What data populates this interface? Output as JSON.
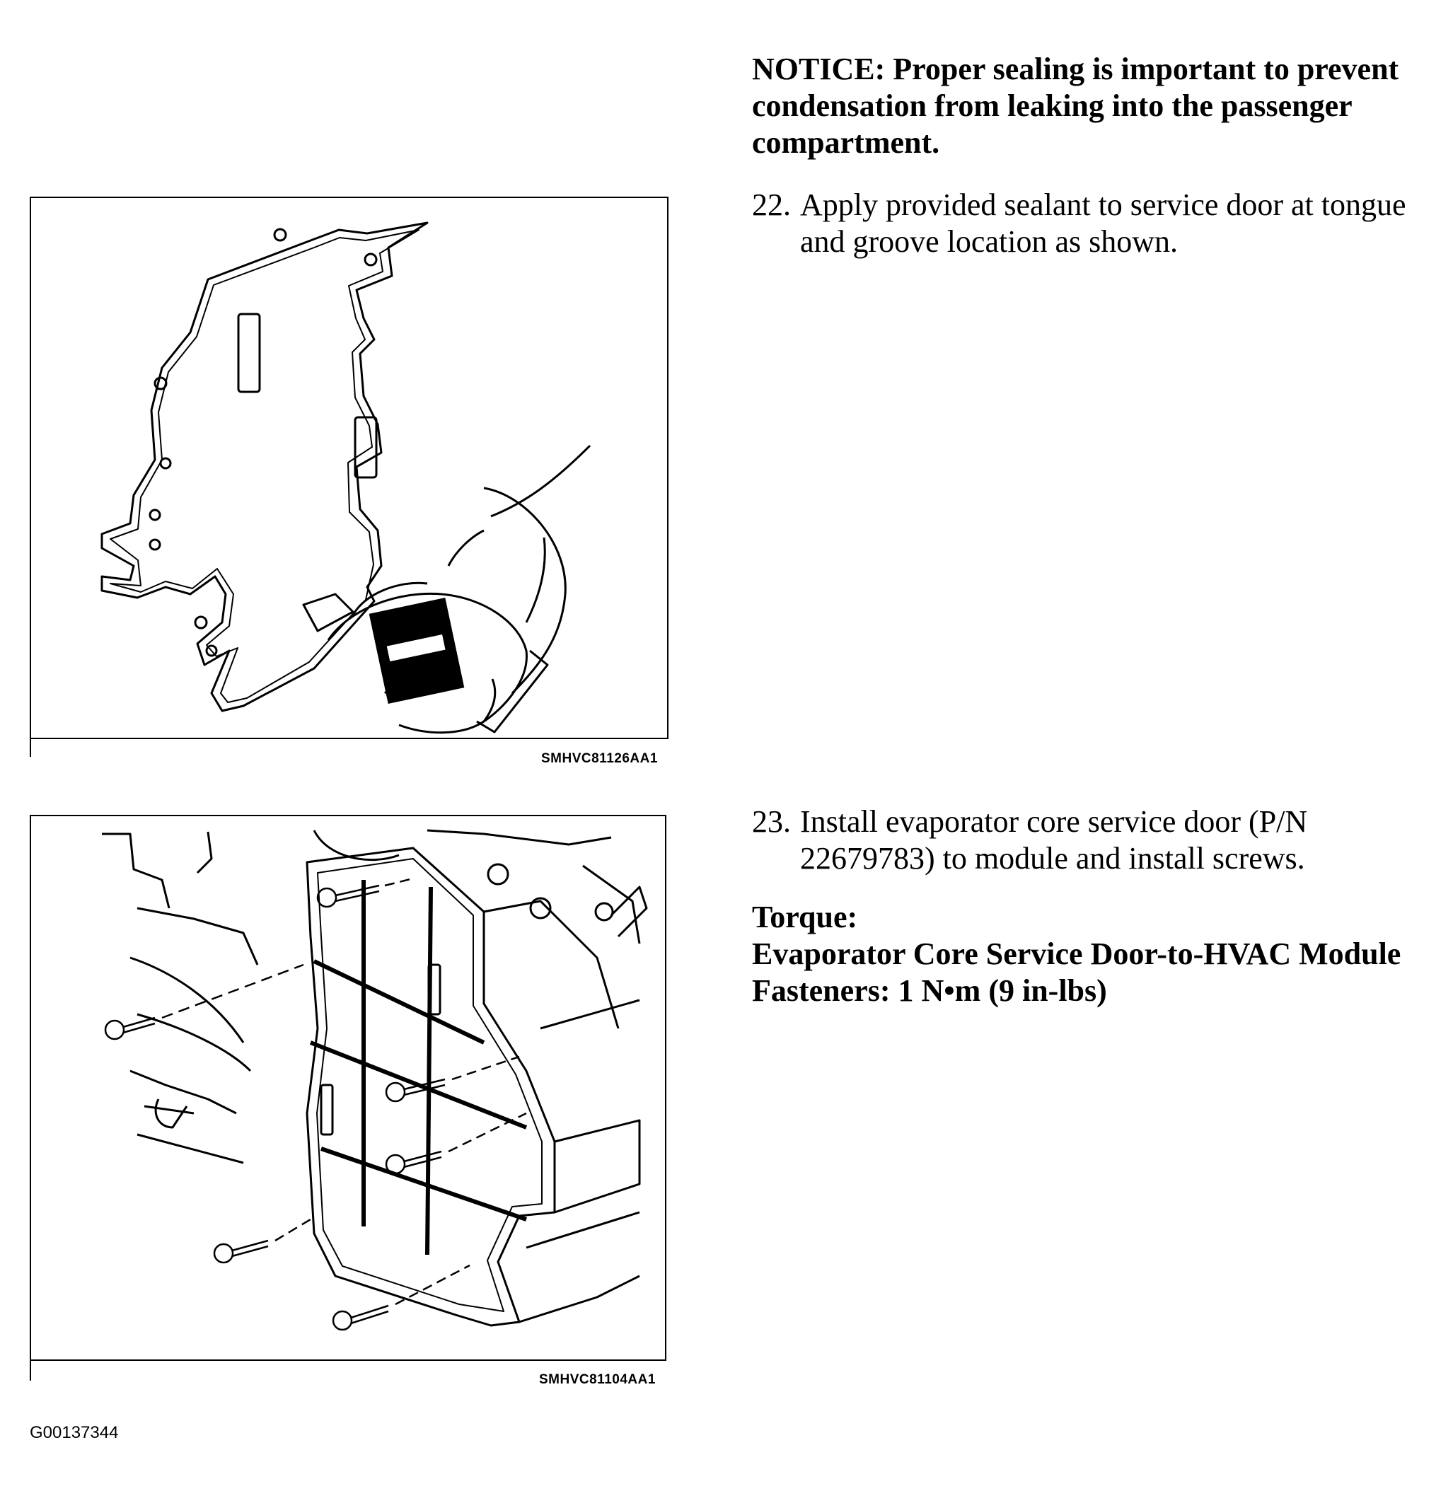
{
  "notice": {
    "text": "NOTICE: Proper sealing is important to prevent condensation from leaking into the passenger compartment."
  },
  "steps": [
    {
      "number": "22.",
      "text": "Apply provided sealant to service door at tongue and groove location as shown."
    },
    {
      "number": "23.",
      "text": "Install evaporator core service door (P/N 22679783) to module and install screws."
    }
  ],
  "torque": {
    "heading": "Torque:",
    "line1": "Evaporator Core Service Door-to-HVAC Module",
    "line2": "Fasteners: 1 N•m (9 in-lbs)"
  },
  "figures": [
    {
      "code": "SMHVC81126AA1"
    },
    {
      "code": "SMHVC81104AA1"
    }
  ],
  "document_id": "G00137344"
}
